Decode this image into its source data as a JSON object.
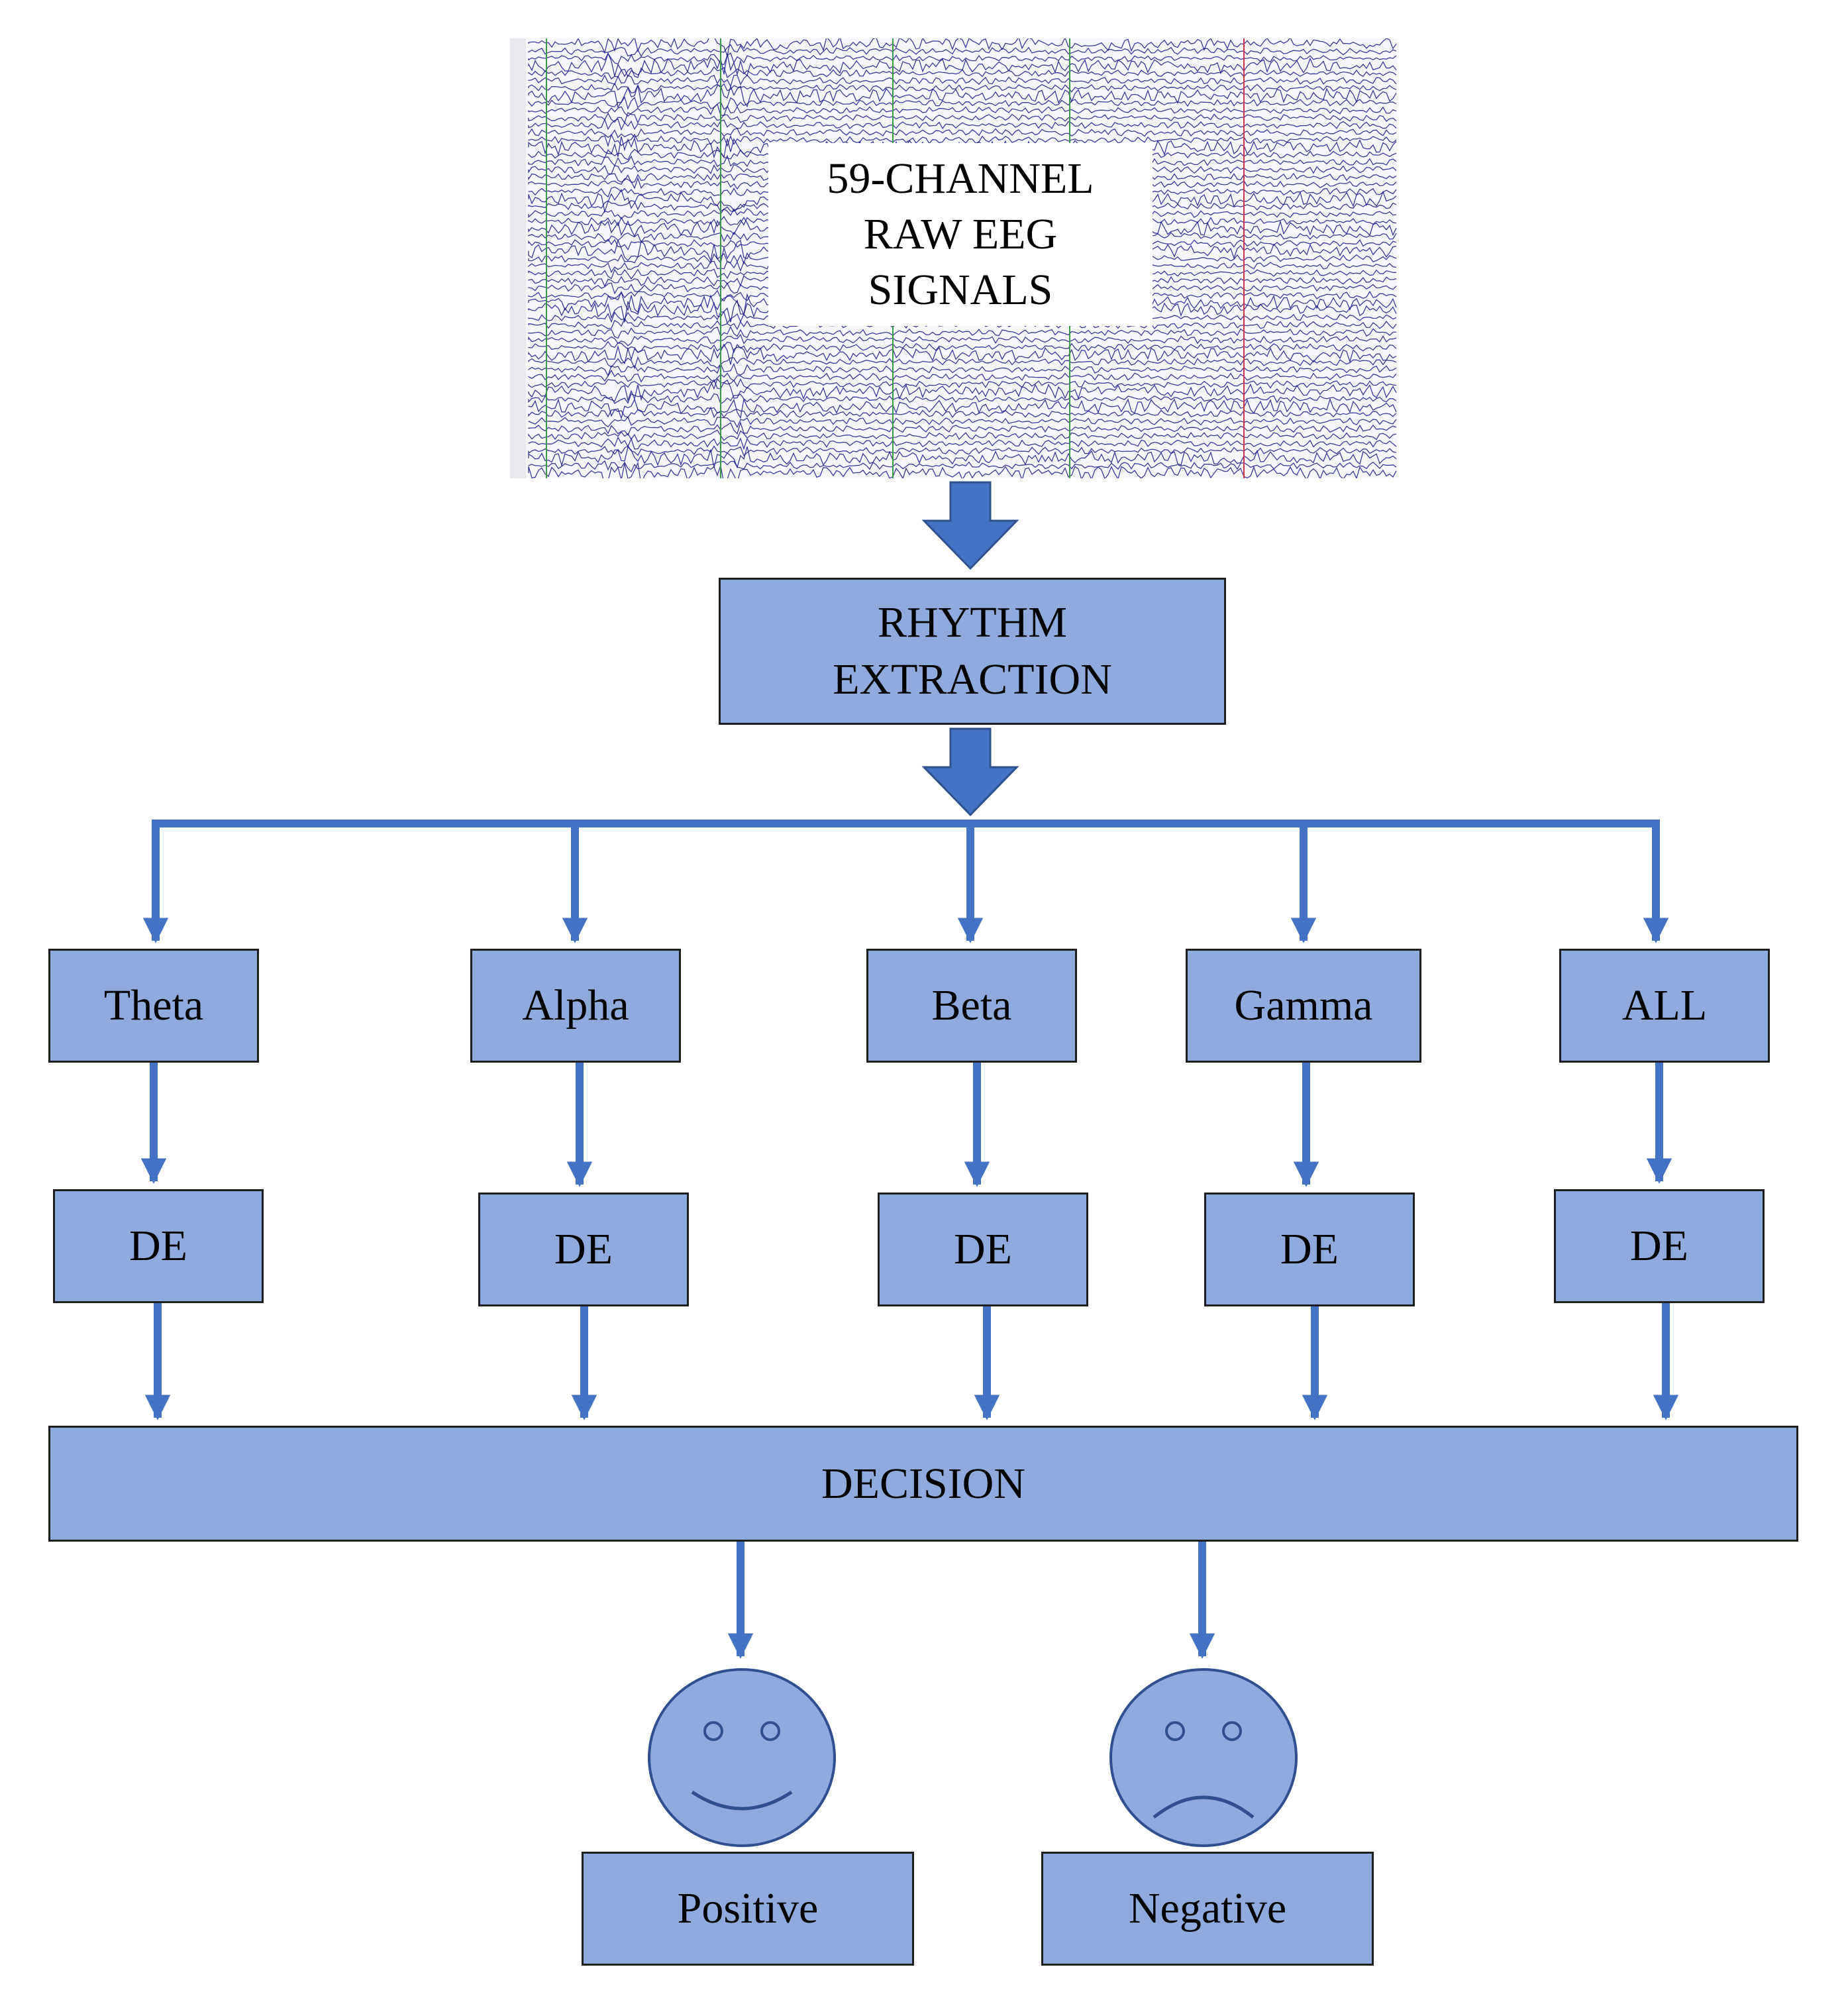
{
  "colors": {
    "box_fill": "#8faadc",
    "arrow": "#4472c4",
    "eeg_trace": "#1a1a8c",
    "marker_green": "#3a9a4a",
    "marker_red": "#d03050"
  },
  "input": {
    "label": "59-CHANNEL\nRAW EEG\nSIGNALS"
  },
  "rhythm": {
    "label": "RHYTHM\nEXTRACTION"
  },
  "bands": [
    "Theta",
    "Alpha",
    "Beta",
    "Gamma",
    "ALL"
  ],
  "feature_label": "DE",
  "decision": {
    "label": "DECISION"
  },
  "outputs": [
    {
      "label": "Positive",
      "icon": "smiley-face-icon"
    },
    {
      "label": "Negative",
      "icon": "sad-face-icon"
    }
  ]
}
